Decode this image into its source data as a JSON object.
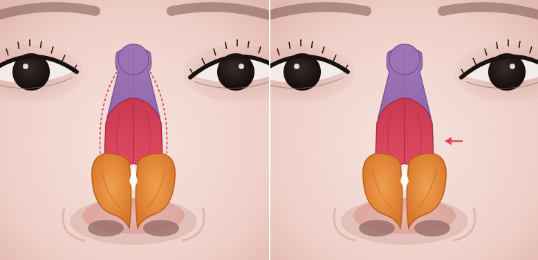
{
  "figure": {
    "panels": [
      {
        "id": "before",
        "dashed_outline": true,
        "arrow": false
      },
      {
        "id": "after",
        "dashed_outline": false,
        "arrow": true
      }
    ],
    "structures": [
      "nasal-bone",
      "upper-lateral-cartilage",
      "lower-lateral-cartilage"
    ]
  },
  "colors": {
    "skin_light": "#f4dcd6",
    "skin_mid": "#e9c1b9",
    "skin_shadow": "#c99a91",
    "brow": "#7a5a52",
    "iris": "#1b1412",
    "sclera": "#f4ecea",
    "nasal_bone": "#9d73b4",
    "nasal_bone_dark": "#7d5596",
    "upper_lateral_cartilage": "#d4415b",
    "upper_lateral_cartilage_dark": "#a92c46",
    "lower_lateral_cartilage": "#e58a33",
    "lower_lateral_cartilage_dark": "#b85e1b",
    "dashed_outline": "#d8354a",
    "arrow": "#e0485a",
    "nostril": "#8f6560",
    "divider": "#ffffff"
  }
}
